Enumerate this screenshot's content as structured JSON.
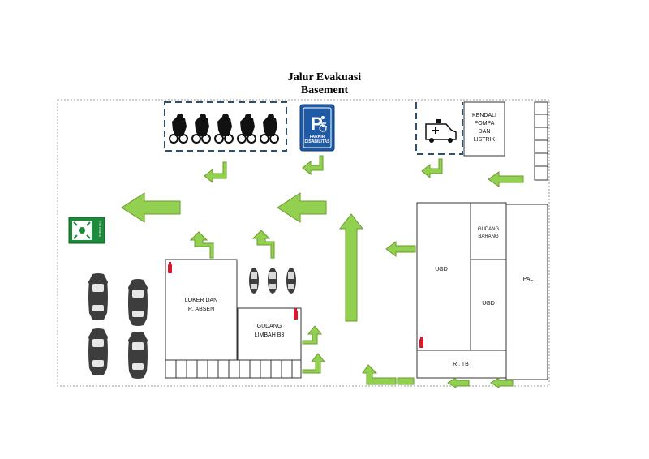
{
  "title": {
    "line1": "Jalur Evakuasi",
    "line2": "Basement"
  },
  "rooms": {
    "kendali": [
      "KENDALI",
      "POMPA",
      "DAN",
      "LISTRIK"
    ],
    "loker": [
      "LOKER DAN",
      "R. ABSEN"
    ],
    "gudang_limbah": [
      "GUDANG",
      "LIMBAH B3"
    ],
    "gudang_barang": [
      "GUDANG",
      "BARANG"
    ],
    "ugd_left": "UGD",
    "ugd_right": "UGD",
    "ipal": "IPAL",
    "rtb": "R . TB"
  },
  "signs": {
    "parkir": [
      "PARKIR",
      "DISABILITAS"
    ],
    "assembly": "TITIK KUMPUL"
  },
  "colors": {
    "arrow_fill": "#92d050",
    "arrow_stroke": "#6a9b2f",
    "dashed_border": "#2e4f6e",
    "parking_blue": "#1f5aa6",
    "assembly_green": "#1e8a3c",
    "extinguisher": "#d9182d",
    "vehicle": "#3d3d3d"
  }
}
